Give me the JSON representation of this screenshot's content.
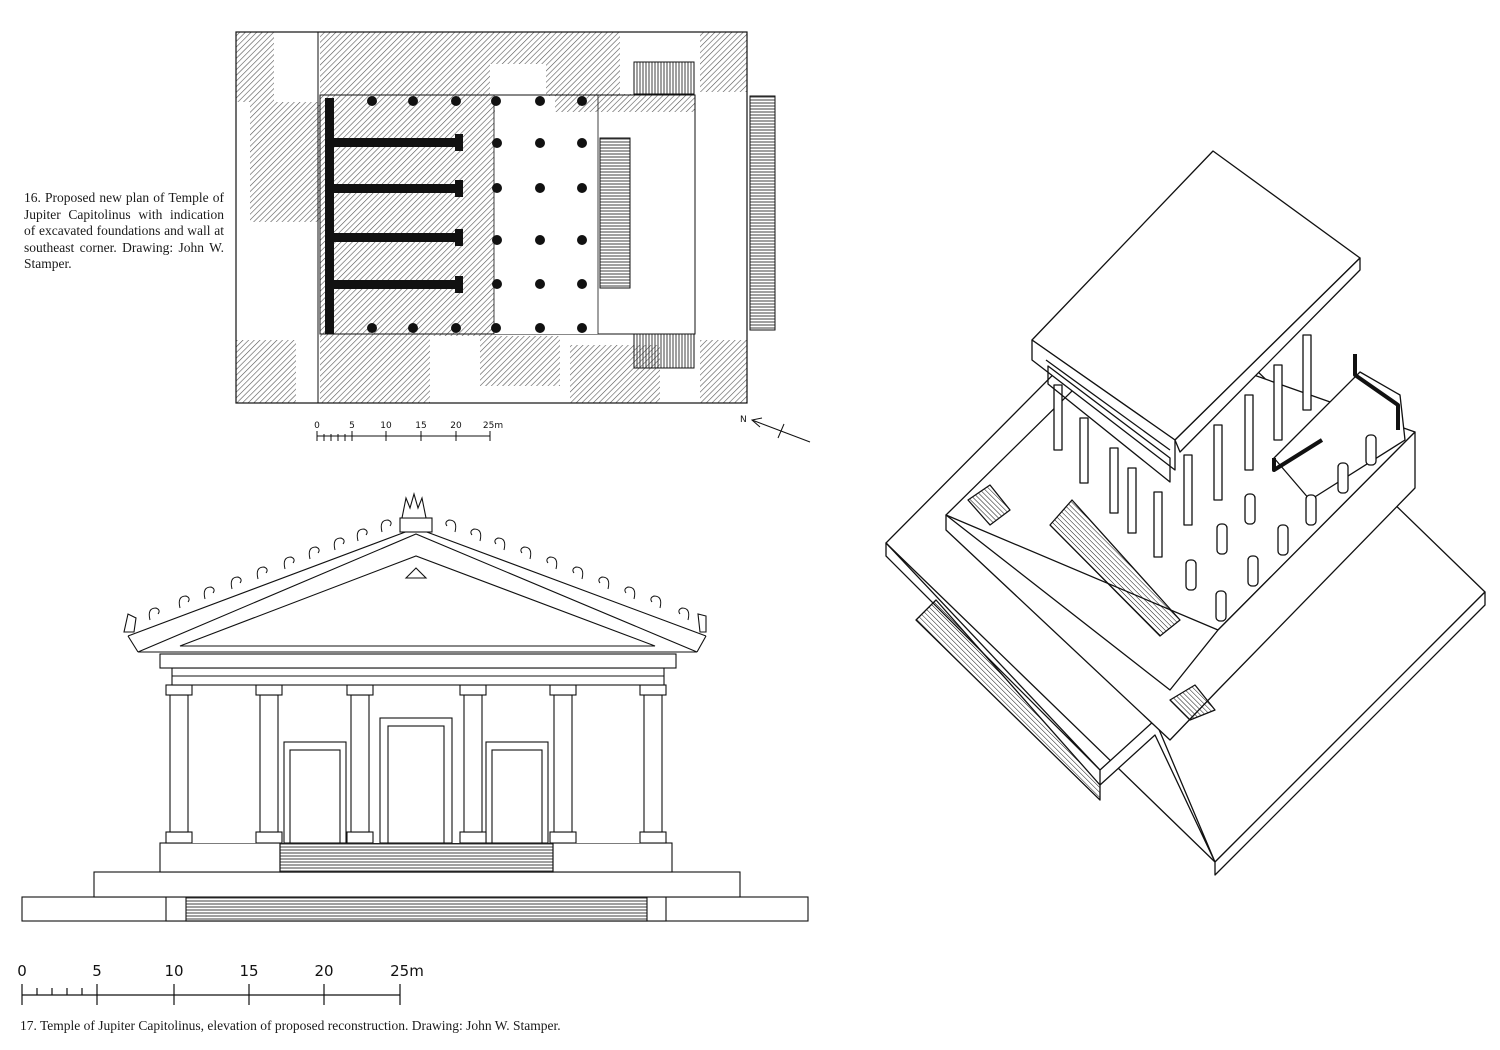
{
  "figure16": {
    "caption": "16. Proposed new plan of Temple of Jupiter Capitolinus with indication of excavated foundations and wall at southeast corner. Drawing: John W. Stamper.",
    "scale_labels": [
      "0",
      "5",
      "10",
      "15",
      "20",
      "25m"
    ],
    "north_label": "N"
  },
  "figure17": {
    "caption": "17. Temple of Jupiter Capitolinus, elevation of proposed reconstruction. Drawing: John W. Stamper.",
    "scale_labels": [
      "0",
      "5",
      "10",
      "15",
      "20",
      "25m"
    ]
  },
  "colors": {
    "ink": "#111111",
    "paper": "#ffffff",
    "hatch": "#555555"
  }
}
